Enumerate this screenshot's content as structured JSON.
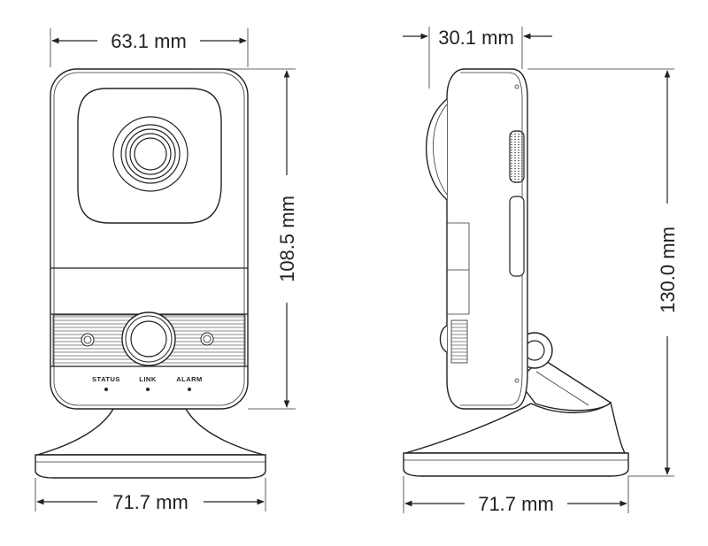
{
  "dimensions": {
    "front_width": "63.1 mm",
    "front_height": "108.5 mm",
    "front_base_width": "71.7 mm",
    "side_depth": "30.1 mm",
    "side_height": "130.0 mm",
    "side_base_width": "71.7 mm"
  },
  "indicators": {
    "status": "STATUS",
    "link": "LINK",
    "alarm": "ALARM"
  }
}
